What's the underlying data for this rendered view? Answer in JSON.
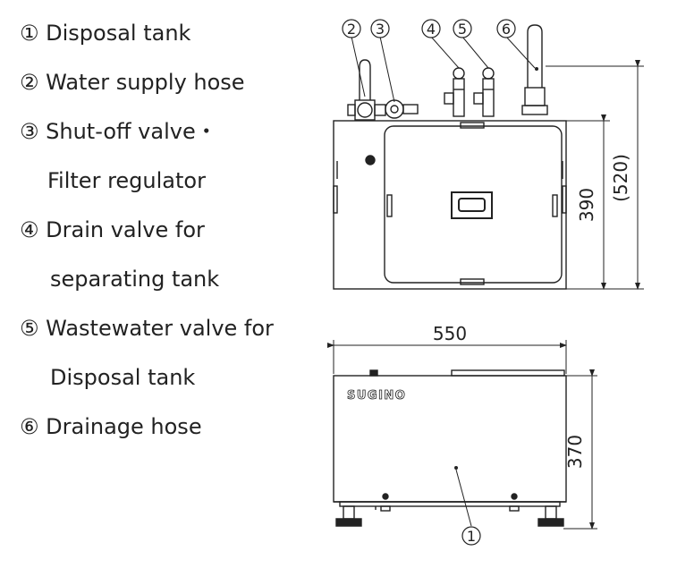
{
  "legend": [
    {
      "line1": "① Disposal tank"
    },
    {
      "line1": "② Water supply hose"
    },
    {
      "line1": "③ Shut-off valve・",
      "line2": "Filter regulator"
    },
    {
      "line1": "④ Drain valve for",
      "line2": "separating tank"
    },
    {
      "line1": "⑤ Wastewater valve for",
      "line2": "Disposal tank"
    },
    {
      "line1": "⑥ Drainage hose"
    }
  ],
  "callouts": {
    "c1": "1",
    "c2": "2",
    "c3": "3",
    "c4": "4",
    "c5": "5",
    "c6": "6"
  },
  "dimensions": {
    "top_height": "390",
    "overall_height": "(520)",
    "width": "550",
    "front_height": "370"
  },
  "brand": "SUGINO"
}
